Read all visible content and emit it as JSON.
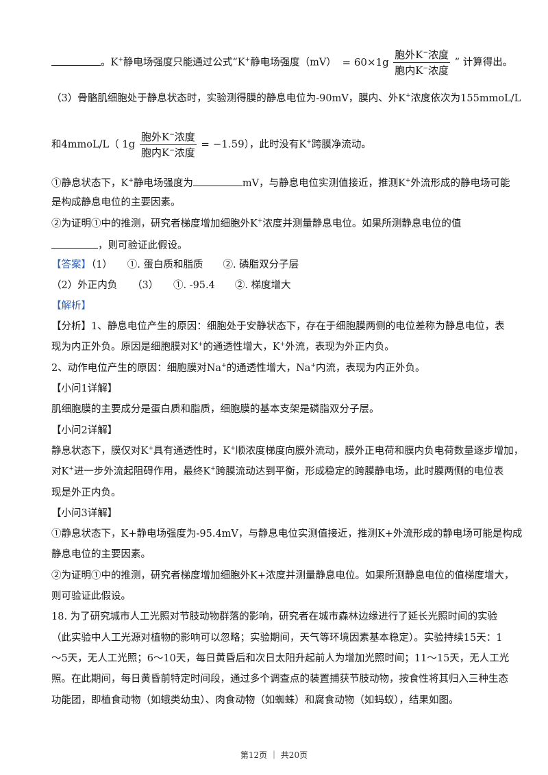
{
  "lines": {
    "l1_end": "。K",
    "l1_mid": "静电场强度只能通过公式“K",
    "l1_unit": "静电场强度（mV）",
    "f1_coef": "= 60×1g",
    "f1_num": "胞外K",
    "f1_num_tail": "浓度",
    "f1_den": "胞内K",
    "f1_den_tail": "浓度",
    "l1_tail": "” 计算得出。",
    "l2_a": "（3）骨骼肌细胞处于静息状态时，实验测得膜的静息电位为-90mV，膜内、外K",
    "l2_b": "浓度依次为155mmoL/L",
    "l3_a": "和4mmoL/L（",
    "f2_pre": "1g",
    "f2_num": "胞外K",
    "f2_num_tail": "浓度",
    "f2_den": "胞内K",
    "f2_den_tail": "浓度",
    "f2_val": "= −1.59",
    "l3_b": "），此时没有K",
    "l3_c": "跨膜净流动。",
    "l4_a": "①静息状态下，K",
    "l4_b": "静电场强度为",
    "l4_c": "mV，与静息电位实测值接近，推测K",
    "l4_d": "外流形成的静电场可能",
    "l5": "是构成静息电位的主要因素。",
    "l6_a": "②为证明①中的推测，研究者梯度增加细胞外K",
    "l6_b": "浓度并测量静息电位。如果所测静息电位的值",
    "l7": "，则可验证此假设。",
    "ans_tag": "【答案】",
    "ans_1": "（1）　　①. 蛋白质和脂质　　②. 磷脂双分子层",
    "ans_2": "（2）外正内负　　（3）　　①. -95.4　　②. 梯度增大",
    "jx_tag": "【解析】",
    "fx_a": "【分析】1、静息电位产生的原因：细胞处于安静状态下，存在于细胞膜两侧的电位差称为静息电位，表",
    "fx_b1": "现为内正外负。原因是细胞膜对K",
    "fx_b2": "的通透性增大，K",
    "fx_b3": "外流，表现为外正内负。",
    "fx_c1": "2、动作电位产生的原因：细胞膜对Na",
    "fx_c2": "的通透性增大，Na",
    "fx_c3": "内流，表现为内正外负。",
    "q1_tag": "【小问1详解】",
    "q1_text": "肌细胞膜的主要成分是蛋白质和脂质，细胞膜的基本支架是磷脂双分子层。",
    "q2_tag": "【小问2详解】",
    "q2_a1": "静息状态下，膜仅对K",
    "q2_a2": "具有通透性时，K",
    "q2_a3": "顺浓度梯度向膜外流动，膜外正电荷和膜内负电荷数量逐步增加，",
    "q2_b1": "对K",
    "q2_b2": "进一步外流起阻碍作用，最终K",
    "q2_b3": "跨膜流动达到平衡，形成稳定的跨膜静电场，此时膜两侧的电位表",
    "q2_c": "现是外正内负。",
    "q3_tag": "【小问3详解】",
    "q3_a": "①静息状态下，K+静电场强度为-95.4mV，与静息电位实测值接近，推测K+外流形成的静电场可能是构成",
    "q3_b": "静息电位的主要因素。",
    "q3_c": "②为证明①中的推测，研究者梯度增加细胞外K+浓度并测量静息电位。如果所测静息电位的值梯度增大，",
    "q3_d": "则可验证此假设。",
    "p18_a": "18. 为了研究城市人工光照对节肢动物群落的影响，研究者在城市森林边缘进行了延长光照时间的实验",
    "p18_b": "（此实验中人工光源对植物的影响可以忽略；实验期间，天气等环境因素基本稳定）。实验持续15天：1",
    "p18_c": "～5天，无人工光照；6～10天，每日黄昏后和次日太阳升起前人为增加光照时间；11～15天，无人工光",
    "p18_d": "照。在此期间，每日黄昏前特定时间段，通过多个调查点的装置捕获节肢动物，按食性将其归入三种生态",
    "p18_e": "功能团，即植食动物（如蛾类幼虫）、肉食动物（如蜘蛛）和腐食动物（如蚂蚁），结果如图。"
  },
  "sup": {
    "plus": "+",
    "minus": "−"
  },
  "footer": "第12页 ｜ 共20页"
}
